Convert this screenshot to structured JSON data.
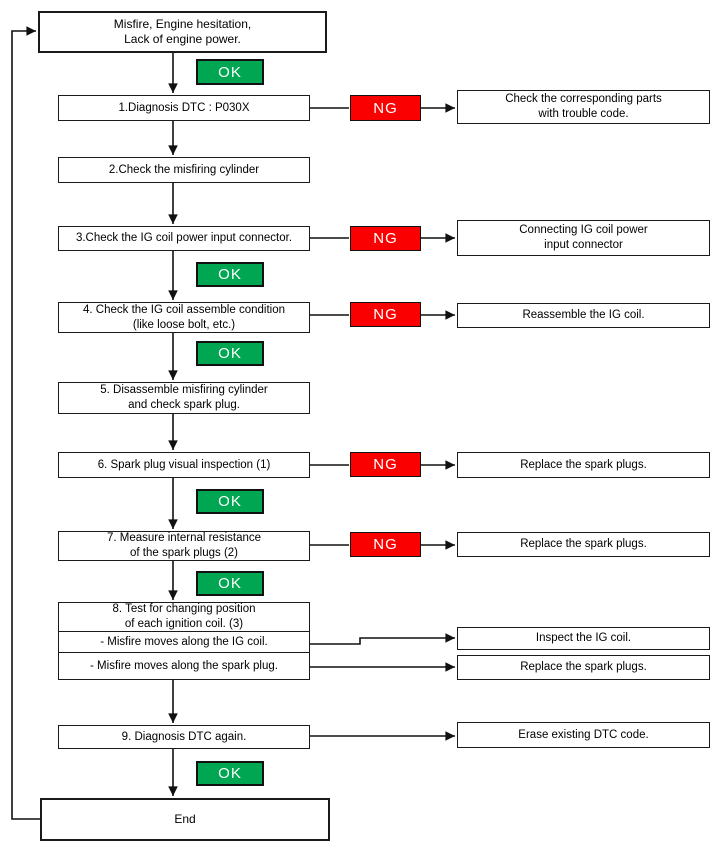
{
  "badges": {
    "ok_label": "OK",
    "ng_label": "NG"
  },
  "colors": {
    "ok_green": "#00a651",
    "ng_red": "#fb0000",
    "box_border": "#1a1a1a"
  },
  "start": {
    "line1": "Misfire, Engine hesitation,",
    "line2": "Lack of engine power."
  },
  "steps": [
    {
      "line1": "1.Diagnosis DTC : P030X"
    },
    {
      "line1": "2.Check the misfiring cylinder"
    },
    {
      "line1": "3.Check the IG coil power input connector."
    },
    {
      "line1": "4. Check the IG coil assemble condition",
      "line2": "(like loose bolt, etc.)"
    },
    {
      "line1": "5. Disassemble misfiring cylinder",
      "line2": "and check spark plug."
    },
    {
      "line1": "6. Spark plug visual inspection (1)"
    },
    {
      "line1": "7. Measure internal resistance",
      "line2": "of the spark plugs (2)"
    },
    {
      "line1": "8. Test for changing position",
      "line2": "of each ignition coil. (3)"
    },
    {
      "line1": "9. Diagnosis DTC again."
    }
  ],
  "step8_cases": [
    {
      "label": "- Misfire moves along the IG coil."
    },
    {
      "label": "- Misfire moves along the spark plug."
    }
  ],
  "actions": [
    {
      "line1": "Check the corresponding parts",
      "line2": "with trouble code."
    },
    {
      "line1": "Connecting IG coil power",
      "line2": "input connector"
    },
    {
      "line1": "Reassemble the IG coil."
    },
    {
      "line1": "Replace the spark plugs."
    },
    {
      "line1": "Replace the spark plugs."
    },
    {
      "line1": "Inspect the IG coil."
    },
    {
      "line1": "Replace the spark plugs."
    },
    {
      "line1": "Erase existing DTC code."
    }
  ],
  "end": {
    "label": "End"
  }
}
